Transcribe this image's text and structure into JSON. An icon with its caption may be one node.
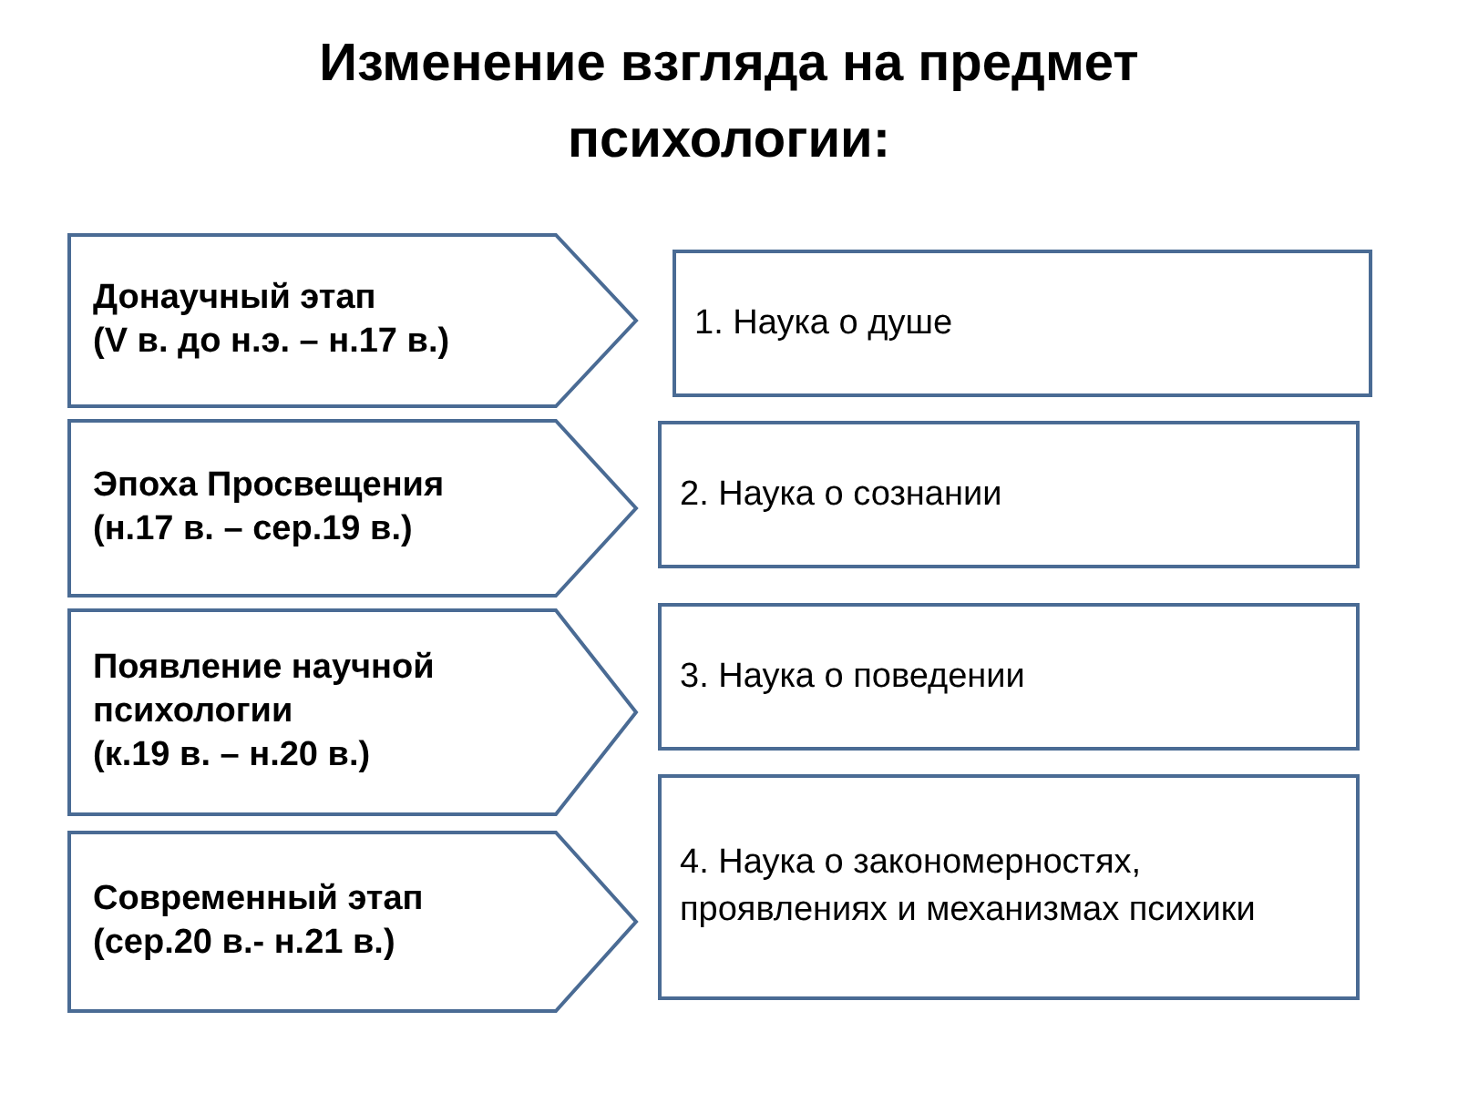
{
  "diagram": {
    "title": "Изменение взгляда на предмет психологии:",
    "nodes": [
      {
        "text": [
          "Донаучный этап",
          "(V в. до н.э. – н.17 в.)"
        ]
      },
      {
        "text": [
          "1. Наука о душе"
        ]
      },
      {
        "text": [
          "Эпоха Просвещения",
          "(н.17 в. – сер.19 в.)"
        ]
      },
      {
        "text": [
          "2. Наука о сознании"
        ]
      },
      {
        "text": [
          "Появление научной психологии",
          "(к.19 в. – н.20 в.)"
        ]
      },
      {
        "text": [
          "3. Наука о поведении"
        ]
      },
      {
        "text": [
          "Современный этап",
          "(сер.20 в.- н.21 в.)"
        ]
      },
      {
        "text": [
          "4. Наука о закономерностях, проявлениях и механизмах психики"
        ]
      }
    ]
  }
}
